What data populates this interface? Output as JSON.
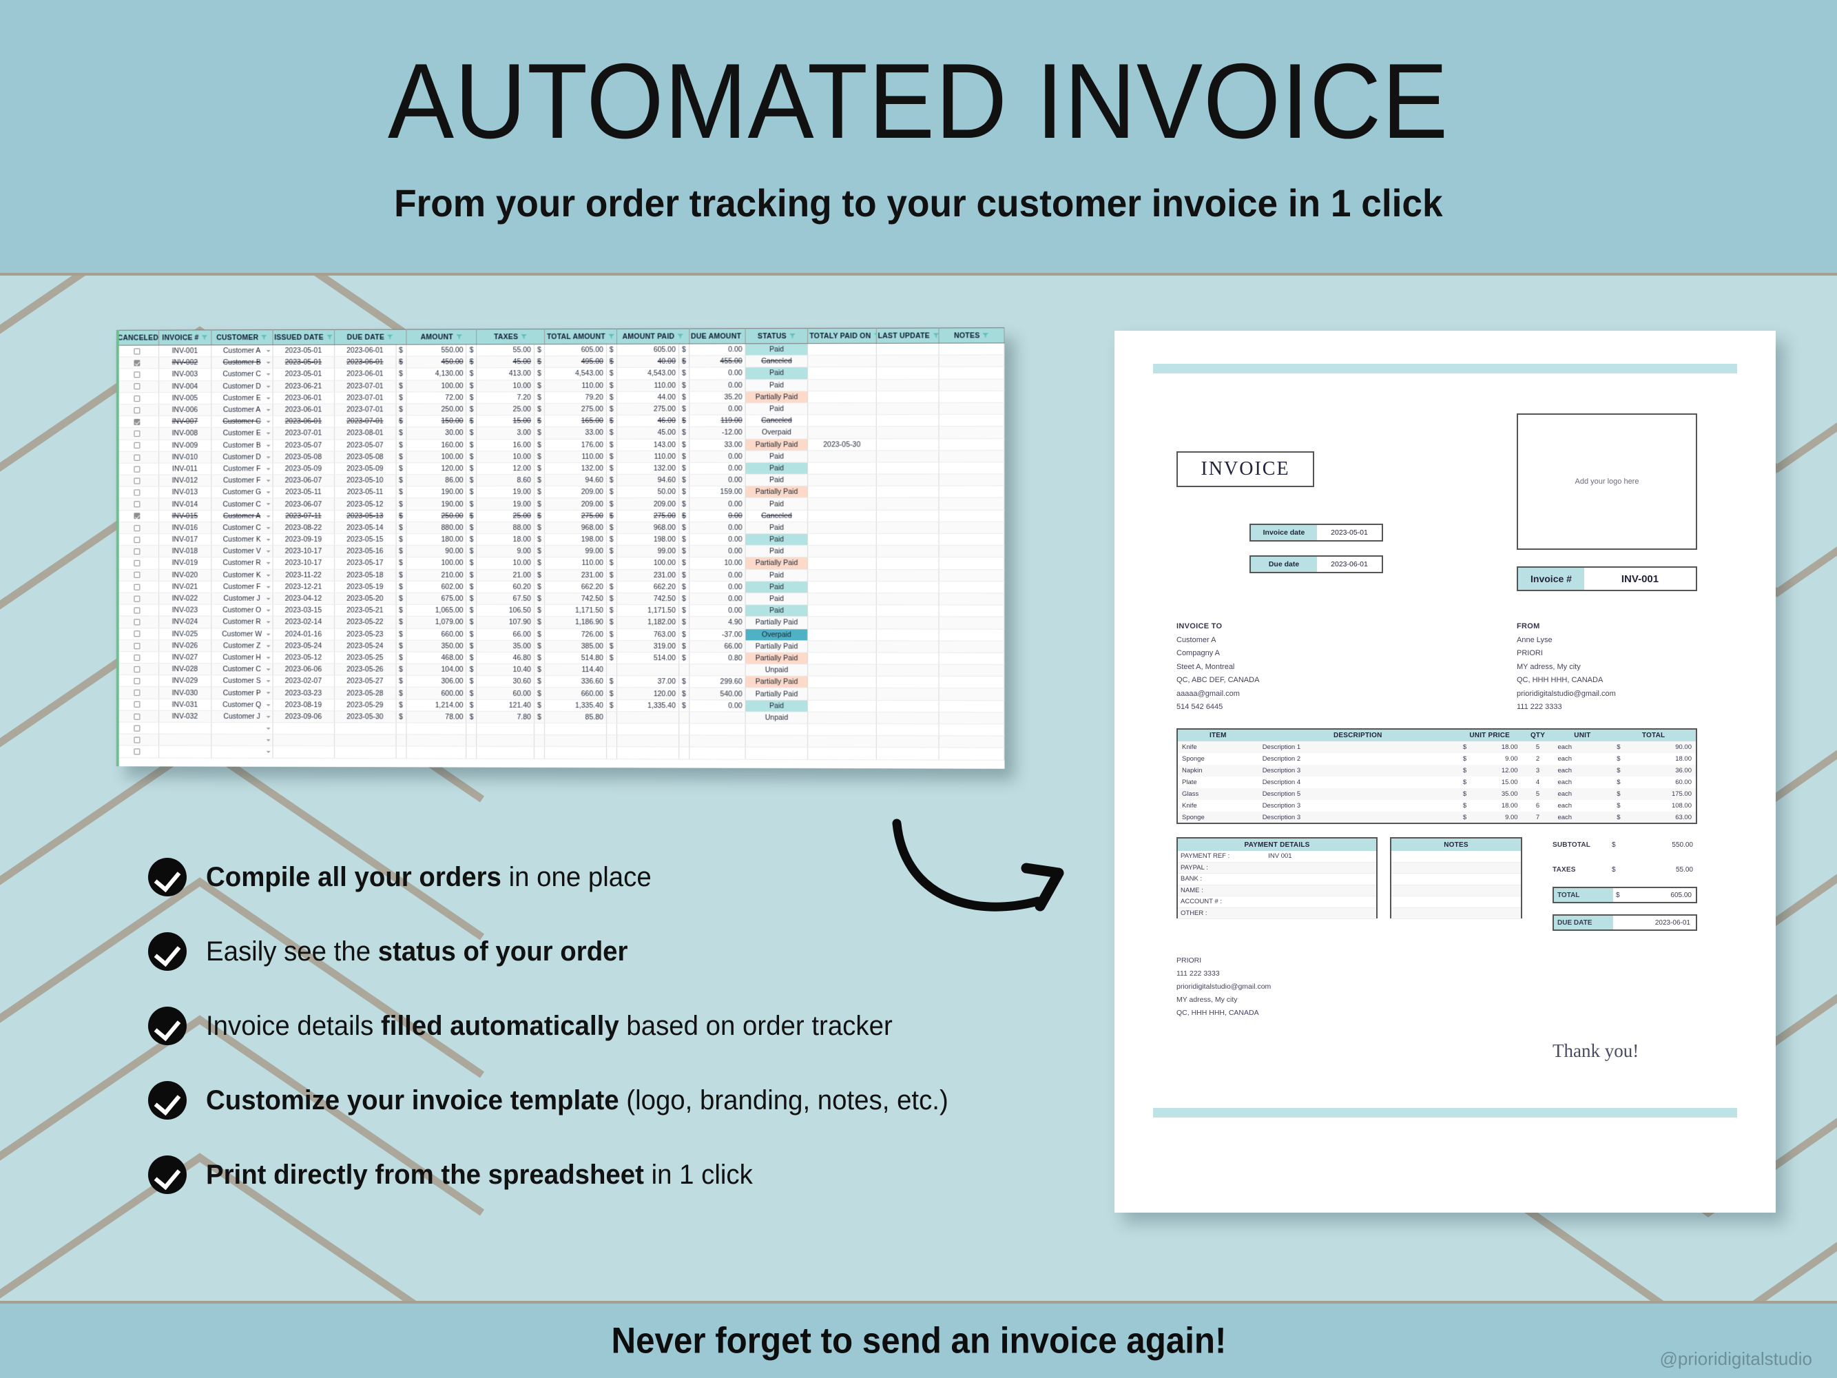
{
  "header": {
    "title": "AUTOMATED INVOICE",
    "subtitle": "From your order tracking to your customer invoice in 1 click"
  },
  "footer": {
    "tagline": "Never forget to send an invoice again!",
    "handle": "@prioridigitalstudio"
  },
  "colors": {
    "band": "#9cc8d4",
    "background": "#bfdce0",
    "chevron": "#a89e8e",
    "accent_teal": "#a5dbdb",
    "status_paid": "#b2e2e2",
    "status_partial": "#fcd9c8",
    "status_overpaid": "#4eb2c4",
    "status_unpaid": "#f9a582",
    "canceled_text": "#ff2a2a"
  },
  "spreadsheet": {
    "columns": [
      "CANCELED",
      "INVOICE #",
      "CUSTOMER",
      "ISSUED DATE",
      "DUE DATE",
      "AMOUNT",
      "TAXES",
      "TOTAL AMOUNT",
      "AMOUNT PAID",
      "DUE AMOUNT",
      "STATUS",
      "TOTALY PAID ON",
      "LAST UPDATE",
      "NOTES"
    ],
    "currency_symbol": "$",
    "rows": [
      {
        "canceled": false,
        "invoice": "INV-001",
        "customer": "Customer A",
        "issued": "2023-05-01",
        "due": "2023-06-01",
        "amount": "550.00",
        "taxes": "55.00",
        "total": "605.00",
        "paid": "605.00",
        "due_amount": "0.00",
        "status": "Paid",
        "paid_on": "",
        "last_update": "",
        "notes": ""
      },
      {
        "canceled": true,
        "invoice": "INV-002",
        "customer": "Customer B",
        "issued": "2023-05-01",
        "due": "2023-06-01",
        "amount": "450.00",
        "taxes": "45.00",
        "total": "495.00",
        "paid": "40.00",
        "due_amount": "455.00",
        "status": "Canceled",
        "paid_on": "",
        "last_update": "",
        "notes": ""
      },
      {
        "canceled": false,
        "invoice": "INV-003",
        "customer": "Customer C",
        "issued": "2023-05-01",
        "due": "2023-06-01",
        "amount": "4,130.00",
        "taxes": "413.00",
        "total": "4,543.00",
        "paid": "4,543.00",
        "due_amount": "0.00",
        "status": "Paid",
        "paid_on": "",
        "last_update": "",
        "notes": ""
      },
      {
        "canceled": false,
        "invoice": "INV-004",
        "customer": "Customer D",
        "issued": "2023-06-21",
        "due": "2023-07-01",
        "amount": "100.00",
        "taxes": "10.00",
        "total": "110.00",
        "paid": "110.00",
        "due_amount": "0.00",
        "status": "Paid",
        "paid_on": "",
        "last_update": "",
        "notes": ""
      },
      {
        "canceled": false,
        "invoice": "INV-005",
        "customer": "Customer E",
        "issued": "2023-06-01",
        "due": "2023-07-01",
        "amount": "72.00",
        "taxes": "7.20",
        "total": "79.20",
        "paid": "44.00",
        "due_amount": "35.20",
        "status": "Partially Paid",
        "paid_on": "",
        "last_update": "",
        "notes": ""
      },
      {
        "canceled": false,
        "invoice": "INV-006",
        "customer": "Customer A",
        "issued": "2023-06-01",
        "due": "2023-07-01",
        "amount": "250.00",
        "taxes": "25.00",
        "total": "275.00",
        "paid": "275.00",
        "due_amount": "0.00",
        "status": "Paid",
        "paid_on": "",
        "last_update": "",
        "notes": ""
      },
      {
        "canceled": true,
        "invoice": "INV-007",
        "customer": "Customer C",
        "issued": "2023-06-01",
        "due": "2023-07-01",
        "amount": "150.00",
        "taxes": "15.00",
        "total": "165.00",
        "paid": "46.00",
        "due_amount": "119.00",
        "status": "Canceled",
        "paid_on": "",
        "last_update": "",
        "notes": ""
      },
      {
        "canceled": false,
        "invoice": "INV-008",
        "customer": "Customer E",
        "issued": "2023-07-01",
        "due": "2023-08-01",
        "amount": "30.00",
        "taxes": "3.00",
        "total": "33.00",
        "paid": "45.00",
        "due_amount": "-12.00",
        "status": "Overpaid",
        "paid_on": "",
        "last_update": "",
        "notes": ""
      },
      {
        "canceled": false,
        "invoice": "INV-009",
        "customer": "Customer B",
        "issued": "2023-05-07",
        "due": "2023-05-07",
        "amount": "160.00",
        "taxes": "16.00",
        "total": "176.00",
        "paid": "143.00",
        "due_amount": "33.00",
        "status": "Partially Paid",
        "paid_on": "2023-05-30",
        "last_update": "",
        "notes": ""
      },
      {
        "canceled": false,
        "invoice": "INV-010",
        "customer": "Customer D",
        "issued": "2023-05-08",
        "due": "2023-05-08",
        "amount": "100.00",
        "taxes": "10.00",
        "total": "110.00",
        "paid": "110.00",
        "due_amount": "0.00",
        "status": "Paid",
        "paid_on": "",
        "last_update": "",
        "notes": ""
      },
      {
        "canceled": false,
        "invoice": "INV-011",
        "customer": "Customer F",
        "issued": "2023-05-09",
        "due": "2023-05-09",
        "amount": "120.00",
        "taxes": "12.00",
        "total": "132.00",
        "paid": "132.00",
        "due_amount": "0.00",
        "status": "Paid",
        "paid_on": "",
        "last_update": "",
        "notes": ""
      },
      {
        "canceled": false,
        "invoice": "INV-012",
        "customer": "Customer F",
        "issued": "2023-06-07",
        "due": "2023-05-10",
        "amount": "86.00",
        "taxes": "8.60",
        "total": "94.60",
        "paid": "94.60",
        "due_amount": "0.00",
        "status": "Paid",
        "paid_on": "",
        "last_update": "",
        "notes": ""
      },
      {
        "canceled": false,
        "invoice": "INV-013",
        "customer": "Customer G",
        "issued": "2023-05-11",
        "due": "2023-05-11",
        "amount": "190.00",
        "taxes": "19.00",
        "total": "209.00",
        "paid": "50.00",
        "due_amount": "159.00",
        "status": "Partially Paid",
        "paid_on": "",
        "last_update": "",
        "notes": ""
      },
      {
        "canceled": false,
        "invoice": "INV-014",
        "customer": "Customer C",
        "issued": "2023-06-07",
        "due": "2023-05-12",
        "amount": "190.00",
        "taxes": "19.00",
        "total": "209.00",
        "paid": "209.00",
        "due_amount": "0.00",
        "status": "Paid",
        "paid_on": "",
        "last_update": "",
        "notes": ""
      },
      {
        "canceled": true,
        "invoice": "INV-015",
        "customer": "Customer A",
        "issued": "2023-07-11",
        "due": "2023-05-13",
        "amount": "250.00",
        "taxes": "25.00",
        "total": "275.00",
        "paid": "275.00",
        "due_amount": "0.00",
        "status": "Canceled",
        "paid_on": "",
        "last_update": "",
        "notes": ""
      },
      {
        "canceled": false,
        "invoice": "INV-016",
        "customer": "Customer C",
        "issued": "2023-08-22",
        "due": "2023-05-14",
        "amount": "880.00",
        "taxes": "88.00",
        "total": "968.00",
        "paid": "968.00",
        "due_amount": "0.00",
        "status": "Paid",
        "paid_on": "",
        "last_update": "",
        "notes": ""
      },
      {
        "canceled": false,
        "invoice": "INV-017",
        "customer": "Customer K",
        "issued": "2023-09-19",
        "due": "2023-05-15",
        "amount": "180.00",
        "taxes": "18.00",
        "total": "198.00",
        "paid": "198.00",
        "due_amount": "0.00",
        "status": "Paid",
        "paid_on": "",
        "last_update": "",
        "notes": ""
      },
      {
        "canceled": false,
        "invoice": "INV-018",
        "customer": "Customer V",
        "issued": "2023-10-17",
        "due": "2023-05-16",
        "amount": "90.00",
        "taxes": "9.00",
        "total": "99.00",
        "paid": "99.00",
        "due_amount": "0.00",
        "status": "Paid",
        "paid_on": "",
        "last_update": "",
        "notes": ""
      },
      {
        "canceled": false,
        "invoice": "INV-019",
        "customer": "Customer R",
        "issued": "2023-10-17",
        "due": "2023-05-17",
        "amount": "100.00",
        "taxes": "10.00",
        "total": "110.00",
        "paid": "100.00",
        "due_amount": "10.00",
        "status": "Partially Paid",
        "paid_on": "",
        "last_update": "",
        "notes": ""
      },
      {
        "canceled": false,
        "invoice": "INV-020",
        "customer": "Customer K",
        "issued": "2023-11-22",
        "due": "2023-05-18",
        "amount": "210.00",
        "taxes": "21.00",
        "total": "231.00",
        "paid": "231.00",
        "due_amount": "0.00",
        "status": "Paid",
        "paid_on": "",
        "last_update": "",
        "notes": ""
      },
      {
        "canceled": false,
        "invoice": "INV-021",
        "customer": "Customer F",
        "issued": "2023-12-21",
        "due": "2023-05-19",
        "amount": "602.00",
        "taxes": "60.20",
        "total": "662.20",
        "paid": "662.20",
        "due_amount": "0.00",
        "status": "Paid",
        "paid_on": "",
        "last_update": "",
        "notes": ""
      },
      {
        "canceled": false,
        "invoice": "INV-022",
        "customer": "Customer J",
        "issued": "2023-04-12",
        "due": "2023-05-20",
        "amount": "675.00",
        "taxes": "67.50",
        "total": "742.50",
        "paid": "742.50",
        "due_amount": "0.00",
        "status": "Paid",
        "paid_on": "",
        "last_update": "",
        "notes": ""
      },
      {
        "canceled": false,
        "invoice": "INV-023",
        "customer": "Customer O",
        "issued": "2023-03-15",
        "due": "2023-05-21",
        "amount": "1,065.00",
        "taxes": "106.50",
        "total": "1,171.50",
        "paid": "1,171.50",
        "due_amount": "0.00",
        "status": "Paid",
        "paid_on": "",
        "last_update": "",
        "notes": ""
      },
      {
        "canceled": false,
        "invoice": "INV-024",
        "customer": "Customer R",
        "issued": "2023-02-14",
        "due": "2023-05-22",
        "amount": "1,079.00",
        "taxes": "107.90",
        "total": "1,186.90",
        "paid": "1,182.00",
        "due_amount": "4.90",
        "status": "Partially Paid",
        "paid_on": "",
        "last_update": "",
        "notes": ""
      },
      {
        "canceled": false,
        "invoice": "INV-025",
        "customer": "Customer W",
        "issued": "2024-01-16",
        "due": "2023-05-23",
        "amount": "660.00",
        "taxes": "66.00",
        "total": "726.00",
        "paid": "763.00",
        "due_amount": "-37.00",
        "status": "Overpaid",
        "paid_on": "",
        "last_update": "",
        "notes": ""
      },
      {
        "canceled": false,
        "invoice": "INV-026",
        "customer": "Customer Z",
        "issued": "2023-05-24",
        "due": "2023-05-24",
        "amount": "350.00",
        "taxes": "35.00",
        "total": "385.00",
        "paid": "319.00",
        "due_amount": "66.00",
        "status": "Partially Paid",
        "paid_on": "",
        "last_update": "",
        "notes": ""
      },
      {
        "canceled": false,
        "invoice": "INV-027",
        "customer": "Customer H",
        "issued": "2023-05-12",
        "due": "2023-05-25",
        "amount": "468.00",
        "taxes": "46.80",
        "total": "514.80",
        "paid": "514.00",
        "due_amount": "0.80",
        "status": "Partially Paid",
        "paid_on": "",
        "last_update": "",
        "notes": ""
      },
      {
        "canceled": false,
        "invoice": "INV-028",
        "customer": "Customer C",
        "issued": "2023-06-06",
        "due": "2023-05-26",
        "amount": "104.00",
        "taxes": "10.40",
        "total": "114.40",
        "paid": "",
        "due_amount": "",
        "status": "Unpaid",
        "paid_on": "",
        "last_update": "",
        "notes": ""
      },
      {
        "canceled": false,
        "invoice": "INV-029",
        "customer": "Customer S",
        "issued": "2023-02-07",
        "due": "2023-05-27",
        "amount": "306.00",
        "taxes": "30.60",
        "total": "336.60",
        "paid": "37.00",
        "due_amount": "299.60",
        "status": "Partially Paid",
        "paid_on": "",
        "last_update": "",
        "notes": ""
      },
      {
        "canceled": false,
        "invoice": "INV-030",
        "customer": "Customer P",
        "issued": "2023-03-23",
        "due": "2023-05-28",
        "amount": "600.00",
        "taxes": "60.00",
        "total": "660.00",
        "paid": "120.00",
        "due_amount": "540.00",
        "status": "Partially Paid",
        "paid_on": "",
        "last_update": "",
        "notes": ""
      },
      {
        "canceled": false,
        "invoice": "INV-031",
        "customer": "Customer Q",
        "issued": "2023-08-19",
        "due": "2023-05-29",
        "amount": "1,214.00",
        "taxes": "121.40",
        "total": "1,335.40",
        "paid": "1,335.40",
        "due_amount": "0.00",
        "status": "Paid",
        "paid_on": "",
        "last_update": "",
        "notes": ""
      },
      {
        "canceled": false,
        "invoice": "INV-032",
        "customer": "Customer J",
        "issued": "2023-09-06",
        "due": "2023-05-30",
        "amount": "78.00",
        "taxes": "7.80",
        "total": "85.80",
        "paid": "",
        "due_amount": "",
        "status": "Unpaid",
        "paid_on": "",
        "last_update": "",
        "notes": ""
      }
    ]
  },
  "invoice": {
    "title": "INVOICE",
    "logo_placeholder": "Add your logo here",
    "invoice_date_label": "Invoice date",
    "invoice_date_value": "2023-05-01",
    "due_date_label": "Due date",
    "due_date_value": "2023-06-01",
    "invoice_number_label": "Invoice #",
    "invoice_number_value": "INV-001",
    "invoice_to": {
      "heading": "INVOICE TO",
      "lines": [
        "Customer A",
        "Compagny A",
        "Steet A, Montreal",
        "QC, ABC DEF, CANADA",
        "aaaaa@gmail.com",
        "514 542 6445"
      ]
    },
    "from": {
      "heading": "FROM",
      "lines": [
        "Anne Lyse",
        "PRIORI",
        "MY adress, My city",
        "QC, HHH HHH, CANADA",
        "prioridigitalstudio@gmail.com",
        "111 222 3333"
      ]
    },
    "items_columns": [
      "ITEM",
      "DESCRIPTION",
      "UNIT PRICE",
      "QTY",
      "UNIT",
      "TOTAL"
    ],
    "items": [
      {
        "item": "Knife",
        "description": "Description 1",
        "unit_price": "18.00",
        "qty": "5",
        "unit": "each",
        "total": "90.00"
      },
      {
        "item": "Sponge",
        "description": "Description 2",
        "unit_price": "9.00",
        "qty": "2",
        "unit": "each",
        "total": "18.00"
      },
      {
        "item": "Napkin",
        "description": "Description 3",
        "unit_price": "12.00",
        "qty": "3",
        "unit": "each",
        "total": "36.00"
      },
      {
        "item": "Plate",
        "description": "Description 4",
        "unit_price": "15.00",
        "qty": "4",
        "unit": "each",
        "total": "60.00"
      },
      {
        "item": "Glass",
        "description": "Description 5",
        "unit_price": "35.00",
        "qty": "5",
        "unit": "each",
        "total": "175.00"
      },
      {
        "item": "Knife",
        "description": "Description 3",
        "unit_price": "18.00",
        "qty": "6",
        "unit": "each",
        "total": "108.00"
      },
      {
        "item": "Sponge",
        "description": "Description 3",
        "unit_price": "9.00",
        "qty": "7",
        "unit": "each",
        "total": "63.00"
      }
    ],
    "payment_details": {
      "heading": "PAYMENT DETAILS",
      "rows": [
        {
          "label": "PAYMENT REF :",
          "value": "INV 001"
        },
        {
          "label": "PAYPAL :",
          "value": ""
        },
        {
          "label": "BANK :",
          "value": ""
        },
        {
          "label": "NAME :",
          "value": ""
        },
        {
          "label": "ACCOUNT # :",
          "value": ""
        },
        {
          "label": "OTHER :",
          "value": ""
        }
      ]
    },
    "notes": {
      "heading": "NOTES",
      "rows": [
        "",
        "",
        "",
        "",
        "",
        ""
      ]
    },
    "totals": {
      "subtotal_label": "SUBTOTAL",
      "subtotal_value": "550.00",
      "taxes_label": "TAXES",
      "taxes_value": "55.00",
      "total_label": "TOTAL",
      "total_value": "605.00",
      "due_date_label": "DUE DATE",
      "due_date_value": "2023-06-01",
      "currency_symbol": "$"
    },
    "footer_party": [
      "PRIORI",
      "111 222 3333",
      "prioridigitalstudio@gmail.com",
      "MY adress, My city",
      "QC, HHH HHH, CANADA"
    ],
    "thank_you": "Thank you!"
  },
  "features": [
    {
      "bold_lead": "Compile all your orders",
      "rest": " in one place",
      "lead_bold": true
    },
    {
      "pre": "Easily see the ",
      "bold": "status of your order",
      "rest": "",
      "lead_bold": false
    },
    {
      "pre": "Invoice details ",
      "bold": "filled automatically",
      "rest": " based on order tracker",
      "lead_bold": false
    },
    {
      "bold_lead": "Customize your invoice template",
      "rest": " (logo, branding,  notes, etc.)",
      "lead_bold": true
    },
    {
      "bold_lead": "Print directly from the spreadsheet",
      "rest": " in 1 click",
      "lead_bold": true
    }
  ]
}
